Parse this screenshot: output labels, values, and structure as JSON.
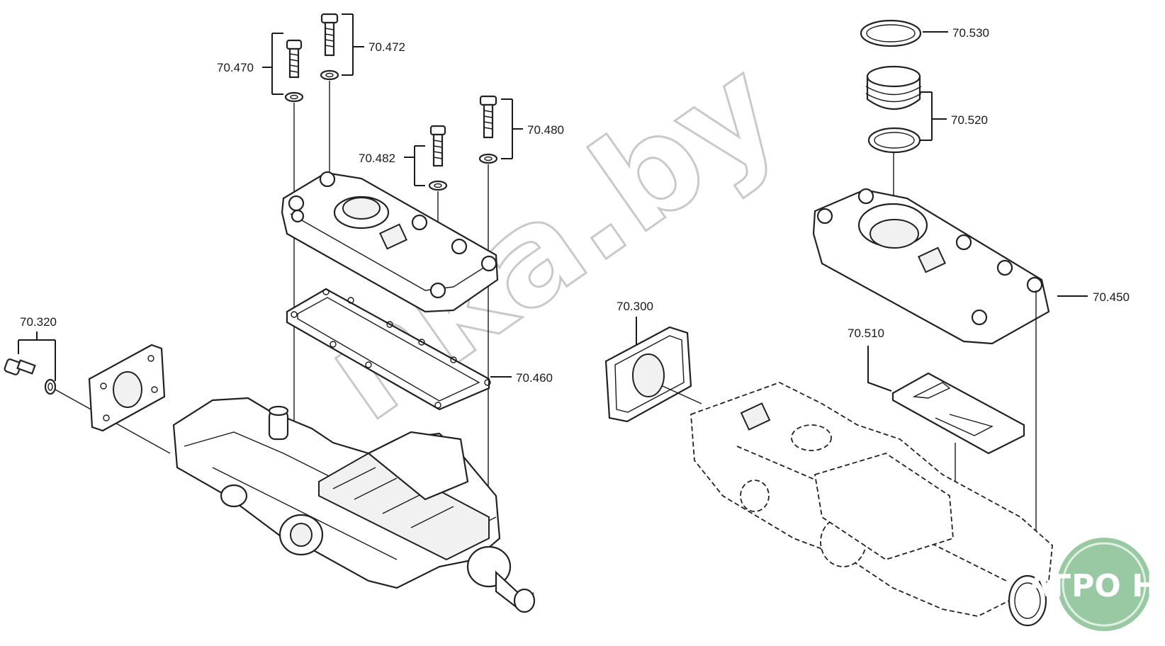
{
  "diagram": {
    "callouts": [
      {
        "id": "c70320",
        "label": "70.320"
      },
      {
        "id": "c70470",
        "label": "70.470"
      },
      {
        "id": "c70472",
        "label": "70.472"
      },
      {
        "id": "c70482",
        "label": "70.482"
      },
      {
        "id": "c70480",
        "label": "70.480"
      },
      {
        "id": "c70460",
        "label": "70.460"
      },
      {
        "id": "c70300",
        "label": "70.300"
      },
      {
        "id": "c70530",
        "label": "70.530"
      },
      {
        "id": "c70520",
        "label": "70.520"
      },
      {
        "id": "c70450",
        "label": "70.450"
      },
      {
        "id": "c70510",
        "label": "70.510"
      }
    ]
  },
  "watermark": {
    "text": "nka.by"
  },
  "logo": {
    "text": "ΛΓΡΟ НКΛ",
    "color": "#8fc49a"
  },
  "colors": {
    "line": "#1a1a1a",
    "background": "#ffffff",
    "watermark": "#c9c9c9"
  }
}
